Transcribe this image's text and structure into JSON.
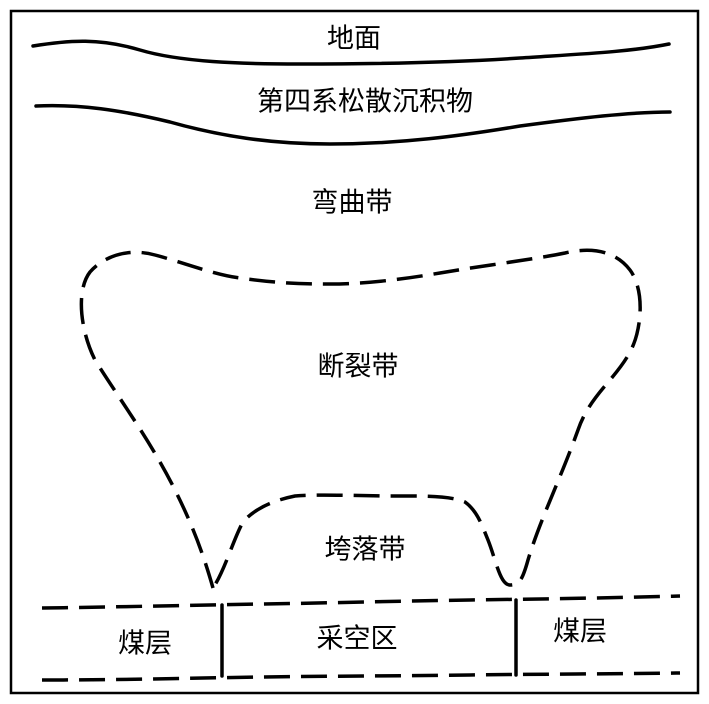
{
  "labels": {
    "ground": "地面",
    "quaternary_deposits": "第四系松散沉积物",
    "bending_zone": "弯曲带",
    "fractured_zone": "断裂带",
    "caving_zone": "垮落带",
    "coal_seam_left": "煤层",
    "goaf": "采空区",
    "coal_seam_right": "煤层"
  }
}
